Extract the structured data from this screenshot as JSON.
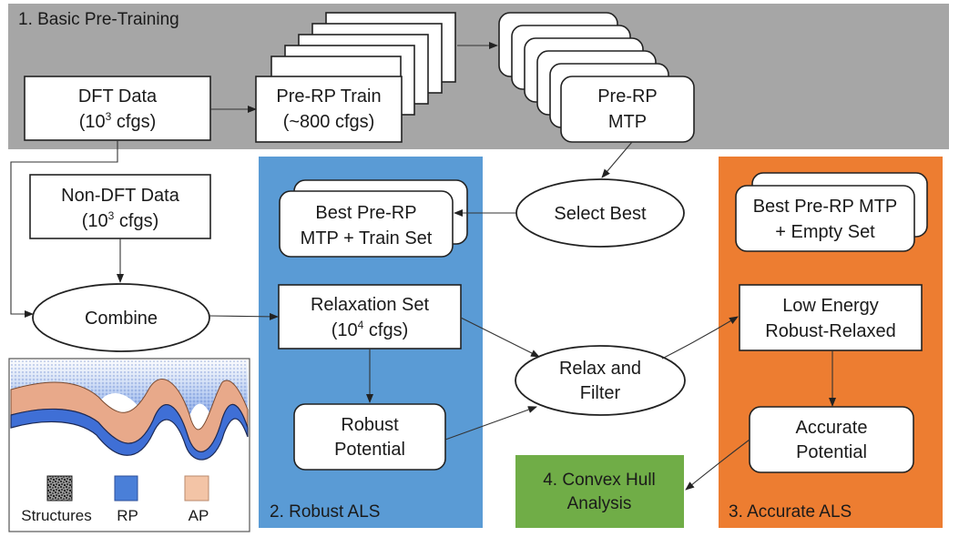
{
  "panels": {
    "basic": {
      "label": "1. Basic Pre-Training",
      "color": "#a6a6a6"
    },
    "robust": {
      "label": "2. Robust ALS",
      "color": "#5a9bd5"
    },
    "accurate": {
      "label": "3. Accurate ALS",
      "color": "#ed7d31"
    },
    "convex": {
      "label_line1": "4. Convex Hull",
      "label_line2": "Analysis",
      "color": "#70ad47"
    }
  },
  "nodes": {
    "dft_data": {
      "line1": "DFT Data",
      "line2_base": "(10",
      "line2_sup": "3",
      "line2_rest": " cfgs)"
    },
    "pre_rp_train": {
      "line1": "Pre-RP Train",
      "line2": "(~800 cfgs)"
    },
    "pre_rp_mtp": {
      "line1": "Pre-RP",
      "line2": "MTP"
    },
    "non_dft_data": {
      "line1": "Non-DFT Data",
      "line2_base": "(10",
      "line2_sup": "3",
      "line2_rest": " cfgs)"
    },
    "combine": {
      "label": "Combine"
    },
    "select_best": {
      "label": "Select Best"
    },
    "best_pre_rp_train": {
      "line1": "Best Pre-RP",
      "line2": "MTP + Train Set"
    },
    "relaxation_set": {
      "line1": "Relaxation Set",
      "line2_base": "(10",
      "line2_sup": "4",
      "line2_rest": " cfgs)"
    },
    "robust_potential": {
      "line1": "Robust",
      "line2": "Potential"
    },
    "relax_filter": {
      "line1": "Relax and",
      "line2": "Filter"
    },
    "best_pre_rp_empty": {
      "line1": "Best Pre-RP MTP",
      "line2": "+ Empty Set"
    },
    "low_energy": {
      "line1": "Low Energy",
      "line2": "Robust-Relaxed"
    },
    "accurate_potential": {
      "line1": "Accurate",
      "line2": "Potential"
    }
  },
  "legend": {
    "structures": "Structures",
    "rp": "RP",
    "ap": "AP",
    "rp_color": "#4a7fd8",
    "ap_color": "#f3c4a6"
  }
}
